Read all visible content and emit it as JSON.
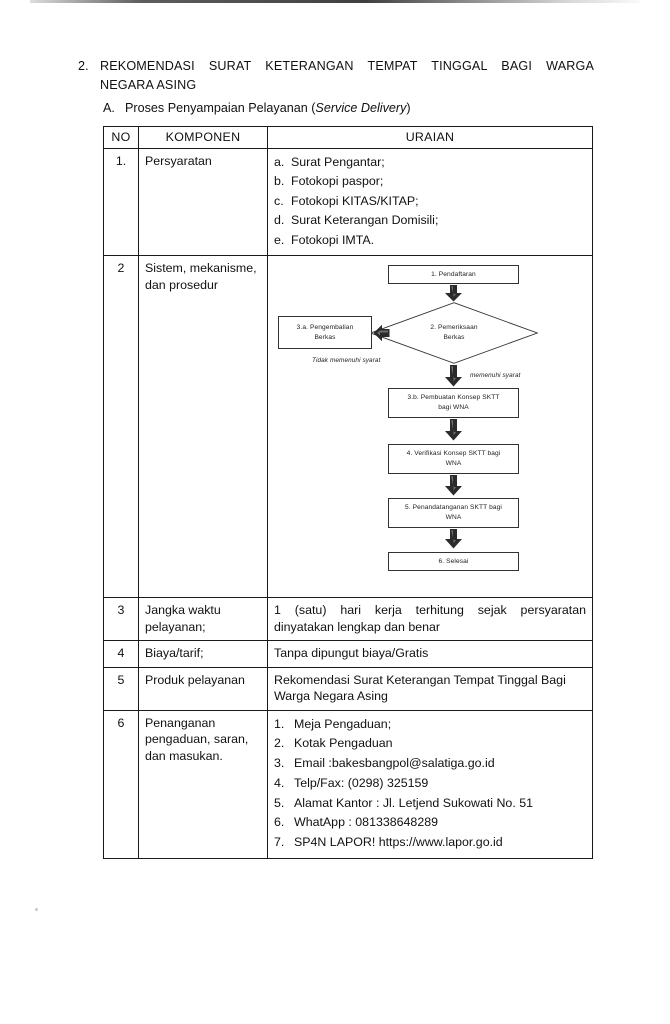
{
  "heading": {
    "number": "2.",
    "line1": "REKOMENDASI SURAT KETERANGAN TEMPAT TINGGAL BAGI WARGA",
    "line2": "NEGARA ASING"
  },
  "subheading": {
    "letter": "A.",
    "text": "Proses Penyampaian Pelayanan (",
    "italic": "Service Delivery",
    "close": ")"
  },
  "table": {
    "headers": {
      "no": "NO",
      "komponen": "KOMPONEN",
      "uraian": "URAIAN"
    },
    "rows": [
      {
        "no": "1.",
        "komponen": "Persyaratan",
        "items": [
          {
            "mark": "a.",
            "text": "Surat Pengantar;"
          },
          {
            "mark": "b.",
            "text": "Fotokopi paspor;"
          },
          {
            "mark": "c.",
            "text": "Fotokopi KITAS/KITAP;"
          },
          {
            "mark": "d.",
            "text": "Surat Keterangan Domisili;"
          },
          {
            "mark": "e.",
            "text": "Fotokopi IMTA."
          }
        ]
      },
      {
        "no": "2",
        "komponen": "Sistem, mekanisme, dan prosedur"
      },
      {
        "no": "3",
        "komponen": "Jangka waktu pelayanan;",
        "uraian_line1": "1 (satu) hari kerja terhitung sejak persyaratan",
        "uraian_line2": "dinyatakan lengkap dan benar"
      },
      {
        "no": "4",
        "komponen": "Biaya/tarif;",
        "uraian": "Tanpa dipungut biaya/Gratis"
      },
      {
        "no": "5",
        "komponen": "Produk pelayanan",
        "uraian_line1": "Rekomendasi Surat Keterangan Tempat Tinggal Bagi",
        "uraian_line2": "Warga Negara Asing"
      },
      {
        "no": "6",
        "komponen": "Penanganan pengaduan, saran, dan masukan.",
        "items": [
          {
            "mark": "1.",
            "text": "Meja Pengaduan;"
          },
          {
            "mark": "2.",
            "text": "Kotak Pengaduan"
          },
          {
            "mark": "3.",
            "text": "Email :bakesbangpol@salatiga.go.id"
          },
          {
            "mark": "4.",
            "text": "Telp/Fax: (0298) 325159"
          },
          {
            "mark": "5.",
            "text": "Alamat Kantor : Jl. Letjend Sukowati No. 51"
          },
          {
            "mark": "6.",
            "text": "WhatApp : 081338648289"
          },
          {
            "mark": "7.",
            "text": "SP4N LAPOR! https://www.lapor.go.id"
          }
        ]
      }
    ]
  },
  "flowchart": {
    "node_1": "1. Pendaftaran",
    "node_2_line1": "2. Pemeriksaan",
    "node_2_line2": "Berkas",
    "node_3a_line1": "3.a. Pengembalian",
    "node_3a_line2": "Berkas",
    "node_3b_line1": "3.b. Pembuatan Konsep SKTT",
    "node_3b_line2": "bagi WNA",
    "node_4_line1": "4. Verifikasi Konsep SKTT bagi",
    "node_4_line2": "WNA",
    "node_5_line1": "5. Penandatanganan SKTT bagi",
    "node_5_line2": "WNA",
    "node_6": "6. Selesai",
    "label_reject": "Tidak memenuhi syarat",
    "label_accept": "memenuhi syarat"
  },
  "colors": {
    "ink": "#111111",
    "rule": "#1a1a1a",
    "arrow": "#2b2b2b"
  }
}
